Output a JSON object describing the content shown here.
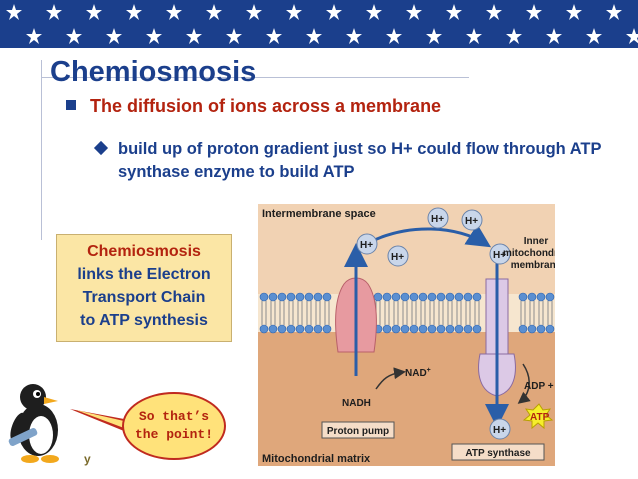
{
  "slide": {
    "title": "Chemiosmosis",
    "bullet1": "The diffusion of ions across a membrane",
    "bullet2": "build up of proton gradient just so H+ could flow through ATP synthase enzyme to build ATP"
  },
  "callout": {
    "line1": "Chemiosmosis",
    "line2": "links the Electron",
    "line3": "Transport Chain",
    "line4": "to ATP synthesis"
  },
  "speech": {
    "line1": "So that’s",
    "line2": "the point!"
  },
  "footer": {
    "partial_text": "y"
  },
  "diagram": {
    "intermembrane_label": "Intermembrane space",
    "matrix_label": "Mitochondrial matrix",
    "inner_membrane_label": [
      "Inner",
      "mitochondrial",
      "membrane"
    ],
    "proton": "H+",
    "nad": "NAD",
    "nad_sup": "+",
    "nadh": "NADH",
    "adp": "ADP + Pi",
    "atp": "ATP",
    "proton_pump": "Proton pump",
    "atp_synthase": "ATP synthase"
  },
  "colors": {
    "brand_blue": "#1b3f8c",
    "accent_red": "#b3230f",
    "callout_bg": "#fbe6a5",
    "space_bg": "#f1d2b3",
    "matrix_bg": "#dfa77b"
  }
}
